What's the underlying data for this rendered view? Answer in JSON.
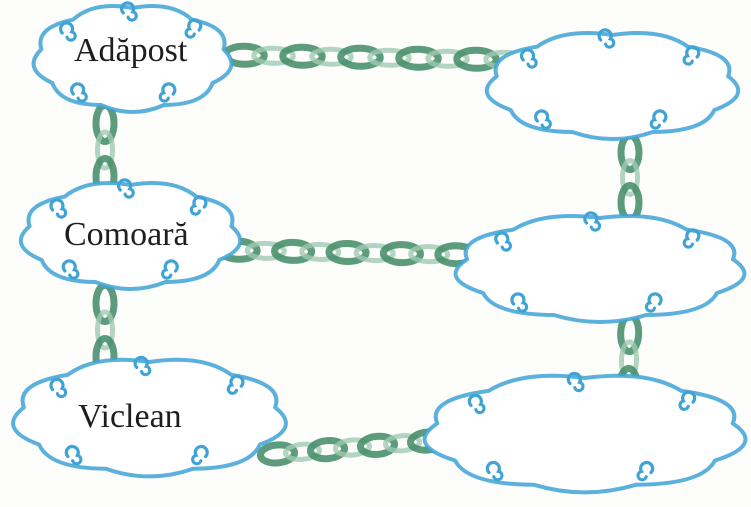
{
  "clouds": [
    {
      "id": "top-left",
      "word": "Adăpost"
    },
    {
      "id": "middle-left",
      "word": "Comoară"
    },
    {
      "id": "bottom-left",
      "word": "Viclean"
    },
    {
      "id": "top-right",
      "word": ""
    },
    {
      "id": "middle-right",
      "word": ""
    },
    {
      "id": "bottom-right",
      "word": ""
    }
  ],
  "colors": {
    "cloud_outline": "#3fa3d6",
    "cloud_fill": "#ffffff",
    "chain_dark": "#3f8a64",
    "chain_light": "#9fc9b2"
  }
}
